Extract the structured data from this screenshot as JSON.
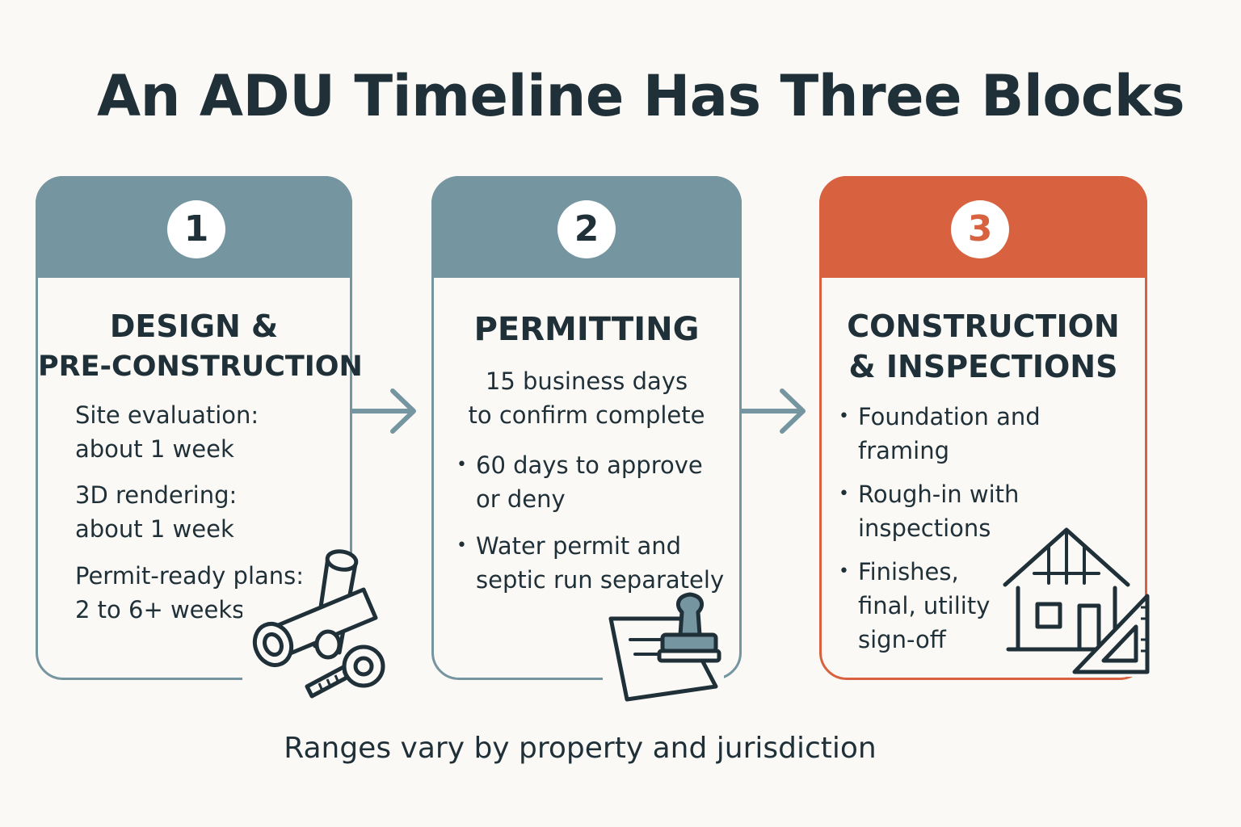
{
  "title": "An ADU Timeline Has Three Blocks",
  "steps": [
    {
      "number": "1",
      "title_lines": [
        "DESIGN &",
        "PRE-CONSTRUCTION"
      ],
      "items": [
        {
          "lines": [
            "Site evaluation:",
            "about 1 week"
          ]
        },
        {
          "lines": [
            "3D rendering:",
            "about 1 week"
          ]
        },
        {
          "lines": [
            "Permit-ready plans:",
            "2 to 6+ weeks"
          ]
        }
      ],
      "icon": "blueprint-rolls-and-tape-measure-icon"
    },
    {
      "number": "2",
      "title_lines": [
        "PERMITTING"
      ],
      "intro_lines": [
        "15 business days",
        "to confirm complete"
      ],
      "bullets": [
        {
          "lines": [
            "60 days to approve",
            "or deny"
          ]
        },
        {
          "lines": [
            "Water permit and",
            "septic run separately"
          ]
        }
      ],
      "icon": "document-stamp-icon"
    },
    {
      "number": "3",
      "title_lines": [
        "CONSTRUCTION",
        "& INSPECTIONS"
      ],
      "bullets": [
        {
          "lines": [
            "Foundation and",
            "framing"
          ]
        },
        {
          "lines": [
            "Rough-in with",
            "inspections"
          ]
        },
        {
          "lines": [
            "Finishes,",
            "final, utility",
            "sign-off"
          ]
        }
      ],
      "icon": "house-frame-and-triangle-ruler-icon"
    }
  ],
  "footnote": "Ranges vary by property and jurisdiction",
  "colors": {
    "slate": "#7595a0",
    "accent": "#d8623f",
    "text": "#1f3038",
    "background": "#fbf9f5"
  }
}
